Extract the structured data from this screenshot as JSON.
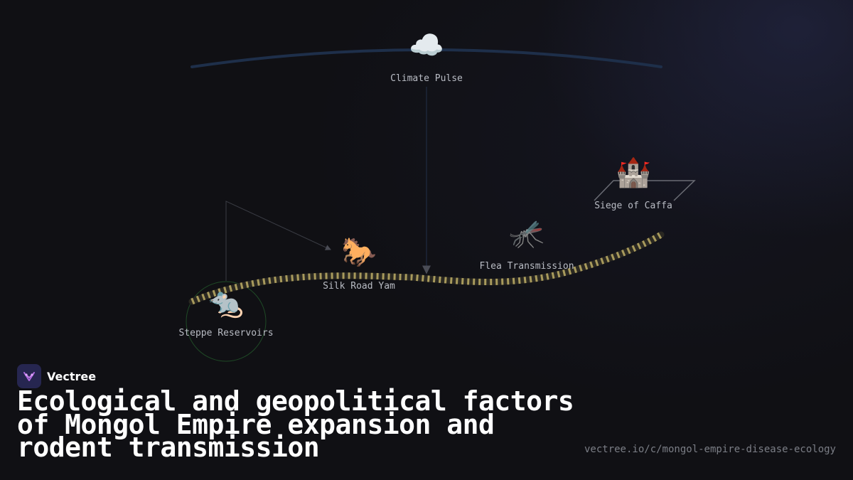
{
  "nodes": {
    "climate": {
      "label": "Climate Pulse",
      "icon": "cloud-icon",
      "glyph": "☁️"
    },
    "caffa": {
      "label": "Siege of Caffa",
      "icon": "castle-icon",
      "glyph": "🏰"
    },
    "flea": {
      "label": "Flea Transmission",
      "icon": "mosquito-icon",
      "glyph": "🦟"
    },
    "yam": {
      "label": "Silk Road Yam",
      "icon": "horse-icon",
      "glyph": "🐎"
    },
    "steppe": {
      "label": "Steppe Reservoirs",
      "icon": "rat-icon",
      "glyph": "🐀"
    }
  },
  "brand": {
    "name": "Vectree",
    "logo_icon": "vectree-logo-icon"
  },
  "title": "Ecological and geopolitical factors of Mongol Empire expansion and rodent transmission",
  "url": "vectree.io/c/mongol-empire-disease-ecology",
  "colors": {
    "background": "#101014",
    "path_gold": "#a89a5c",
    "arc_blue": "#1e2f4a",
    "circle_green": "#1f4a26",
    "label": "#b9bcc4"
  }
}
